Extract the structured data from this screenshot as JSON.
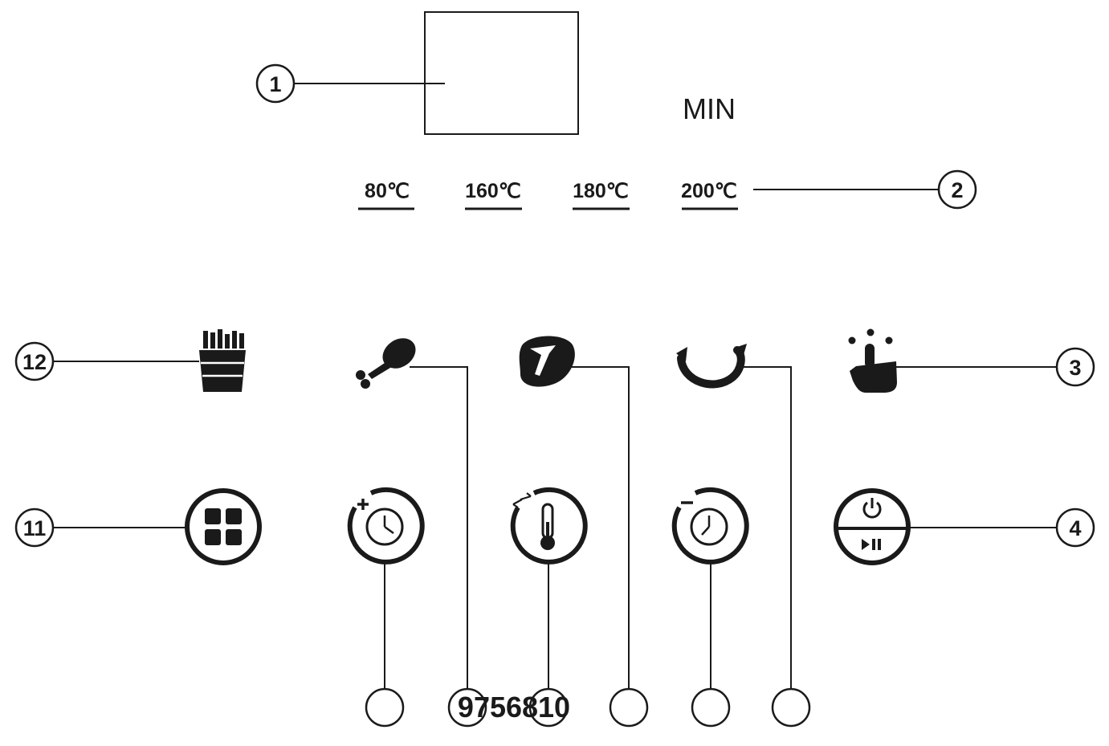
{
  "display": {
    "unit_label": "MIN"
  },
  "temperatures": [
    "80℃",
    "160℃",
    "180℃",
    "200℃"
  ],
  "callouts": {
    "c1": "1",
    "c2": "2",
    "c3": "3",
    "c4": "4",
    "c11": "11",
    "c12": "12"
  },
  "bottom_code": "9756810",
  "icons": {
    "top_row": [
      "fries-icon",
      "drumstick-icon",
      "steak-icon",
      "shrimp-icon",
      "touch-icon"
    ],
    "bottom_row": [
      "menu-grid-icon",
      "timer-plus-icon",
      "thermometer-icon",
      "timer-minus-icon",
      "power-play-pause-icon"
    ]
  },
  "colors": {
    "ink": "#1a1a1a",
    "background": "#ffffff"
  }
}
